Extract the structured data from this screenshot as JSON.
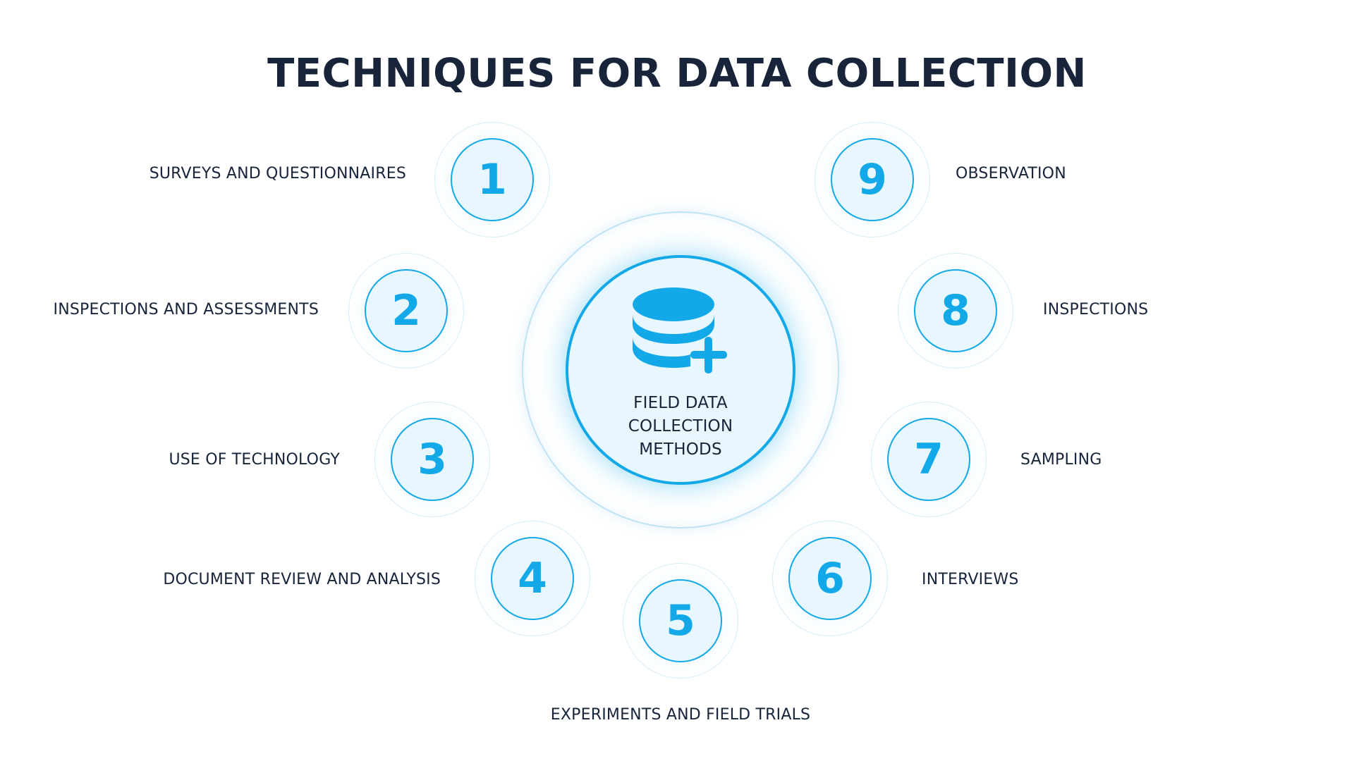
{
  "title": "TECHNIQUES FOR DATA COLLECTION",
  "hub": {
    "line1": "FIELD DATA",
    "line2": "COLLECTION",
    "line3": "METHODS",
    "icon": "database-plus-icon"
  },
  "colors": {
    "accent": "#13a9e8",
    "fill": "#e8f6fd",
    "text": "#17243a"
  },
  "techniques": [
    {
      "number": "1",
      "label": "SURVEYS AND QUESTIONNAIRES"
    },
    {
      "number": "2",
      "label": "INSPECTIONS AND ASSESSMENTS"
    },
    {
      "number": "3",
      "label": "USE OF TECHNOLOGY"
    },
    {
      "number": "4",
      "label": "DOCUMENT REVIEW AND ANALYSIS"
    },
    {
      "number": "5",
      "label": "EXPERIMENTS AND FIELD TRIALS"
    },
    {
      "number": "6",
      "label": "INTERVIEWS"
    },
    {
      "number": "7",
      "label": "SAMPLING"
    },
    {
      "number": "8",
      "label": "INSPECTIONS"
    },
    {
      "number": "9",
      "label": "OBSERVATION"
    }
  ]
}
